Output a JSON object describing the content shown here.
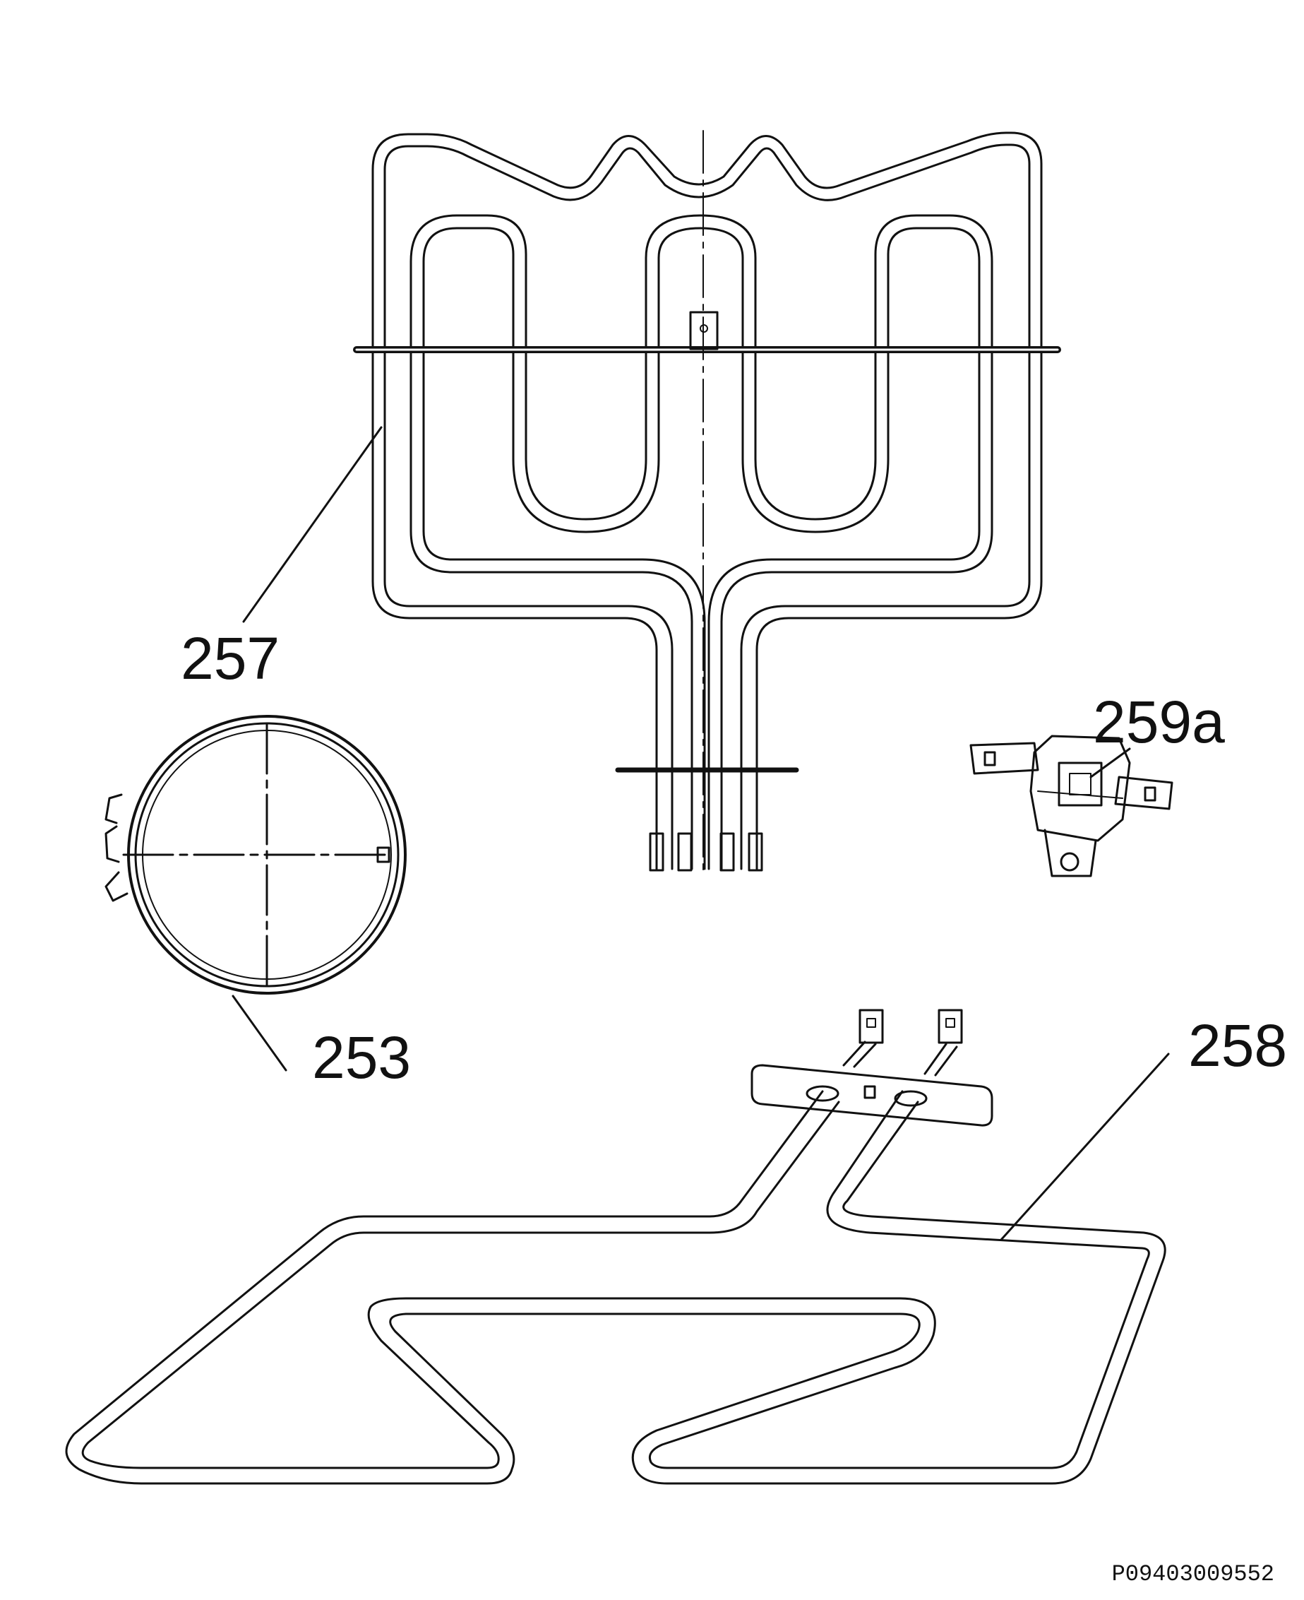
{
  "parts": [
    {
      "id": "257",
      "label": "257"
    },
    {
      "id": "253",
      "label": "253"
    },
    {
      "id": "259a",
      "label": "259a"
    },
    {
      "id": "258",
      "label": "258"
    }
  ],
  "drawing_code": "P09403009552",
  "colors": {
    "ink": "#111111",
    "background": "#ffffff"
  }
}
